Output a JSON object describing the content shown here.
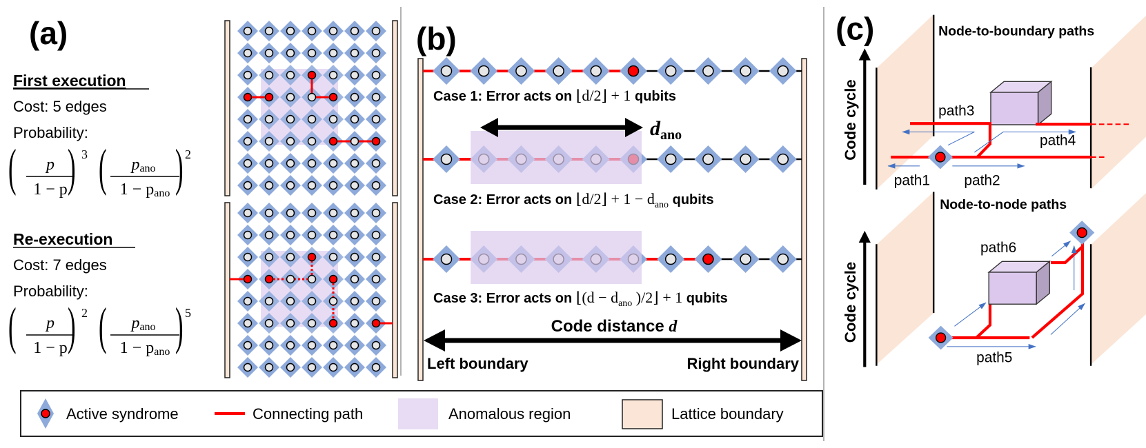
{
  "colors": {
    "syndrome_diamond": "#8eaadb",
    "syndrome_node": "#e6e6e6",
    "active_node": "#ff0000",
    "connecting_path": "#ff0000",
    "anomalous_region": "#e8dcf4",
    "lattice_boundary": "#fbe5d6",
    "arrow_blue": "#4472c4"
  },
  "panel_a": {
    "label": "(a)",
    "first": {
      "title": "First execution",
      "cost": "Cost: 5 edges",
      "prob_label": "Probability:",
      "exp1": "3",
      "exp2": "2"
    },
    "re": {
      "title": "Re-execution",
      "cost": "Cost: 7 edges",
      "prob_label": "Probability:",
      "exp1": "2",
      "exp2": "5"
    },
    "formula": {
      "num1": "p",
      "den1": "1 − p",
      "num2": "p",
      "den2": "1 − p",
      "sub": "ano"
    },
    "lattices": [
      {
        "name": "first-execution-lattice",
        "rows": 8,
        "cols": 7,
        "anomalous": {
          "rows": [
            2,
            5
          ],
          "cols": [
            1,
            4
          ]
        },
        "active": [
          [
            2,
            3
          ],
          [
            3,
            4
          ],
          [
            3,
            0
          ],
          [
            3,
            1
          ],
          [
            5,
            4
          ],
          [
            5,
            6
          ]
        ],
        "paths": [
          {
            "from": [
              2,
              3
            ],
            "to": [
              3,
              3
            ],
            "style": "solid"
          },
          {
            "from": [
              3,
              3
            ],
            "to": [
              3,
              4
            ],
            "style": "solid"
          },
          {
            "from": [
              3,
              0
            ],
            "to": [
              3,
              1
            ],
            "style": "solid"
          },
          {
            "from": [
              5,
              4
            ],
            "to": [
              5,
              6
            ],
            "style": "solid"
          }
        ]
      },
      {
        "name": "re-execution-lattice",
        "rows": 8,
        "cols": 7,
        "anomalous": {
          "rows": [
            2,
            5
          ],
          "cols": [
            1,
            4
          ]
        },
        "active": [
          [
            2,
            3
          ],
          [
            3,
            0
          ],
          [
            3,
            1
          ],
          [
            3,
            4
          ],
          [
            5,
            4
          ],
          [
            5,
            6
          ]
        ],
        "paths": [
          {
            "from": "left",
            "to": [
              3,
              0
            ],
            "style": "solid"
          },
          {
            "from": [
              3,
              1
            ],
            "to": [
              3,
              3
            ],
            "style": "dotted"
          },
          {
            "from": [
              3,
              3
            ],
            "to": [
              2,
              3
            ],
            "style": "dotted"
          },
          {
            "from": [
              3,
              4
            ],
            "to": [
              5,
              4
            ],
            "style": "dotted"
          },
          {
            "from": [
              5,
              6
            ],
            "to": "right",
            "style": "solid"
          }
        ]
      }
    ]
  },
  "panel_b": {
    "label": "(b)",
    "rows": [
      {
        "count": 10,
        "active": 5,
        "red_until": 5,
        "shaded": false
      },
      {
        "count": 10,
        "active": 5,
        "red_until": 5,
        "shaded": true
      },
      {
        "count": 10,
        "active": 7,
        "red_until": 7,
        "shaded": true
      }
    ],
    "shaded_range": [
      1,
      5
    ],
    "case1": {
      "prefix": "Case 1: Error acts on ",
      "math": "⌊d/2⌋ + 1",
      "suffix": " qubits"
    },
    "case2": {
      "prefix": "Case 2: Error acts on ",
      "math": "⌊d/2⌋ + 1 − d",
      "sub": "ano",
      "suffix": "  qubits"
    },
    "case3": {
      "prefix": "Case 3: Error acts on ",
      "math1": "⌊(d − d",
      "sub": "ano",
      "math2": " )/2⌋ + 1",
      "suffix": " qubits"
    },
    "d_ano": {
      "main": "d",
      "sub": "ano"
    },
    "code_distance": {
      "text": "Code distance ",
      "var": "d"
    },
    "left_boundary": "Left boundary",
    "right_boundary": "Right boundary"
  },
  "panel_c": {
    "label": "(c)",
    "top_title": "Node-to-boundary paths",
    "bottom_title": "Node-to-node paths",
    "axis_label": "Code cycle",
    "paths": [
      "path1",
      "path2",
      "path3",
      "path4",
      "path5",
      "path6"
    ]
  },
  "legend": {
    "items": [
      {
        "label": "Active syndrome",
        "icon": "active-syndrome-icon"
      },
      {
        "label": "Connecting path",
        "icon": "red-line-icon"
      },
      {
        "label": "Anomalous region",
        "icon": "lavender-square-icon"
      },
      {
        "label": "Lattice boundary",
        "icon": "peach-rectangle-icon"
      }
    ]
  }
}
